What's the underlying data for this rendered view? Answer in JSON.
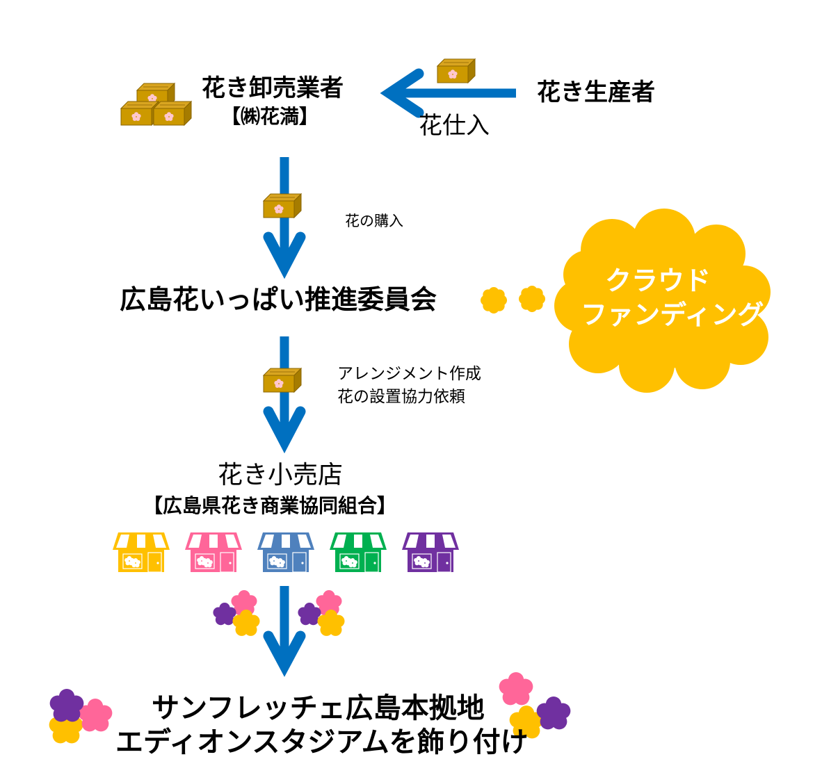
{
  "colors": {
    "arrow": "#0070C0",
    "box_face": "#CC9900",
    "box_side": "#A67C00",
    "box_top": "#D9A520",
    "box_stroke": "#8A6500",
    "box_flower": "#FFC7CE",
    "cloud": "#FFC000",
    "cloud_text": "#FFFFFF",
    "flower_purple": "#7030A0",
    "flower_pink": "#FF6699",
    "flower_yellow": "#FFC000"
  },
  "nodes": {
    "wholesaler": {
      "title": "花き卸売業者",
      "subtitle": "【㈱花満】"
    },
    "producer": {
      "title": "花き生産者"
    },
    "committee": {
      "title": "広島花いっぱい推進委員会"
    },
    "retailer": {
      "title": "花き小売店",
      "subtitle": "【広島県花き商業協同組合】"
    },
    "stadium": {
      "line1": "サンフレッチェ広島本拠地",
      "line2": "エディオンスタジアムを飾り付け"
    }
  },
  "edges": {
    "purchase_from_producer": {
      "label": "花仕入"
    },
    "buy_flowers": {
      "label": "花の購入"
    },
    "arrangement": {
      "line1": "アレンジメント作成",
      "line2": "花の設置協力依頼"
    }
  },
  "crowdfunding": {
    "line1": "クラウド",
    "line2": "ファンディング"
  },
  "shops": [
    {
      "name": "shop-yellow",
      "color": "#FFC000"
    },
    {
      "name": "shop-pink",
      "color": "#FF6699"
    },
    {
      "name": "shop-blue",
      "color": "#4F81BD"
    },
    {
      "name": "shop-green",
      "color": "#00B050"
    },
    {
      "name": "shop-purple",
      "color": "#7030A0"
    }
  ]
}
